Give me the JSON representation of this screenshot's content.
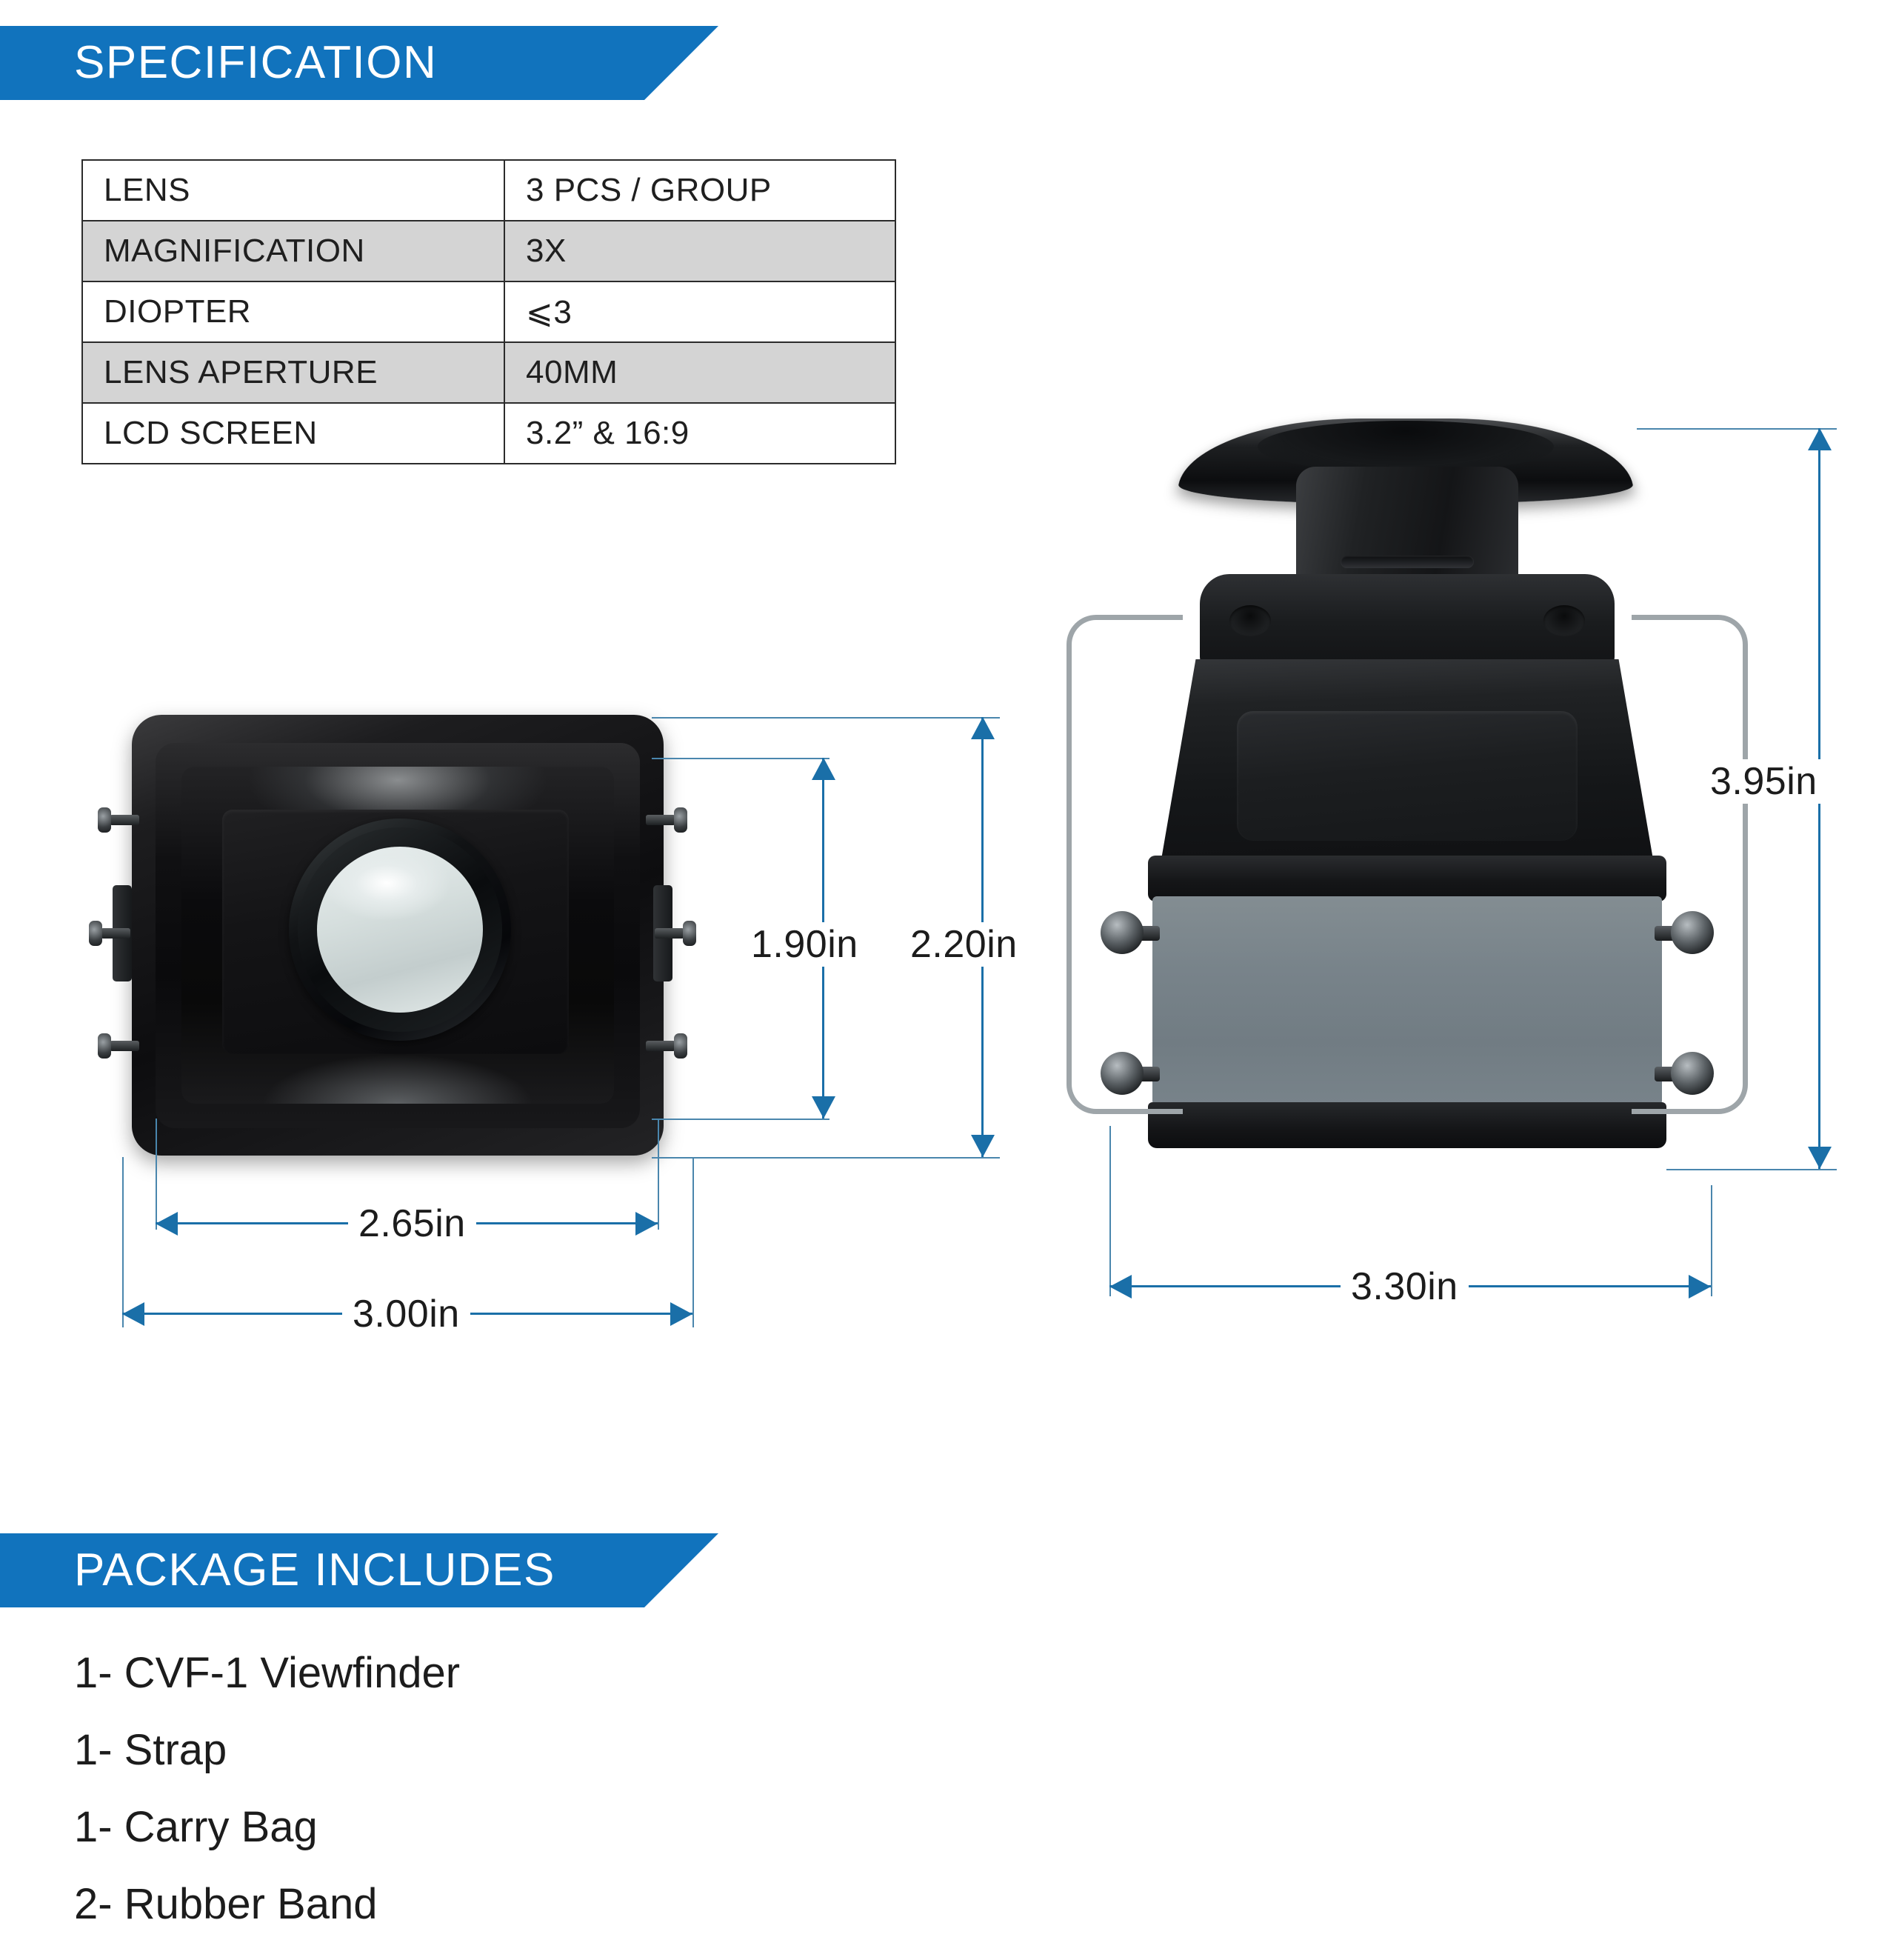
{
  "theme": {
    "accent_blue": "#1173bd",
    "dimension_blue": "#1a6fa8",
    "table_alt_row": "#d4d4d4",
    "body_gray": "#78838a"
  },
  "spec_section": {
    "banner_label": "SPECIFICATION",
    "rows": [
      {
        "key": "LENS",
        "value": "3 PCS / GROUP"
      },
      {
        "key": "MAGNIFICATION",
        "value": "3X"
      },
      {
        "key": "DIOPTER",
        "value": "⩽3"
      },
      {
        "key": "LENS APERTURE",
        "value": "40MM"
      },
      {
        "key": "LCD SCREEN",
        "value": "3.2” & 16:9"
      }
    ]
  },
  "front_view": {
    "height_inner_label": "1.90in",
    "height_outer_label": "2.20in",
    "width_inner_label": "2.65in",
    "width_outer_label": "3.00in"
  },
  "rear_view": {
    "height_label": "3.95in",
    "width_label": "3.30in"
  },
  "package_section": {
    "banner_label": "PACKAGE INCLUDES",
    "items": [
      "1- CVF-1 Viewfinder",
      "1- Strap",
      "1- Carry Bag",
      "2- Rubber Band"
    ]
  }
}
